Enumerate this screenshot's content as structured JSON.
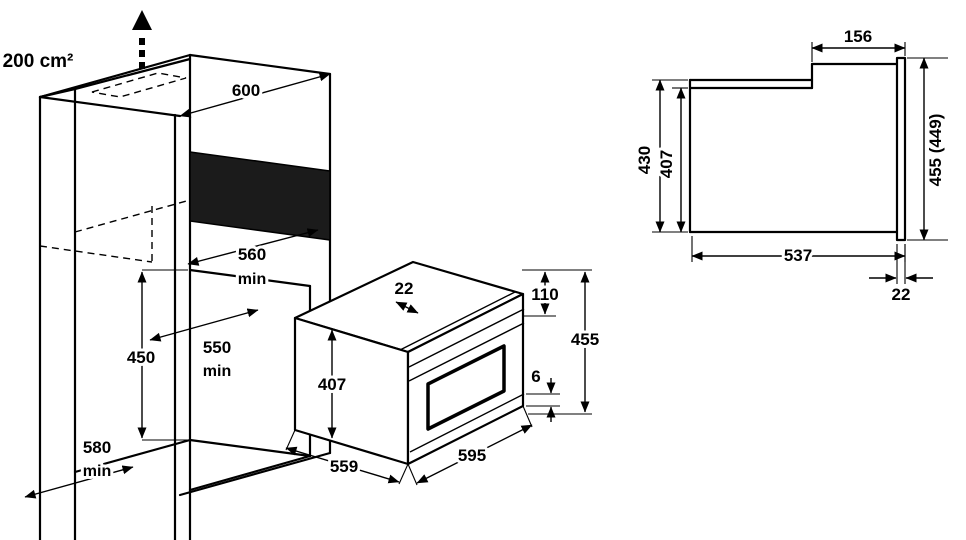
{
  "cabinet": {
    "vent_area": "200 cm²",
    "top_depth": "600",
    "niche_dim1": "560",
    "niche_dim1_unit": "min",
    "niche_height": "450",
    "niche_dim2": "550",
    "niche_dim2_unit": "min",
    "bottom_depth": "580",
    "bottom_depth_unit": "min"
  },
  "oven": {
    "top_inset": "22",
    "top_section_height": "110",
    "total_height": "455",
    "body_height": "407",
    "bottom_gap": "6",
    "depth": "559",
    "width": "595"
  },
  "side_view": {
    "top_section_depth": "156",
    "height_overall": "430",
    "height_body": "407",
    "height_front": "455 (449)",
    "body_depth": "537",
    "door_thickness": "22"
  }
}
